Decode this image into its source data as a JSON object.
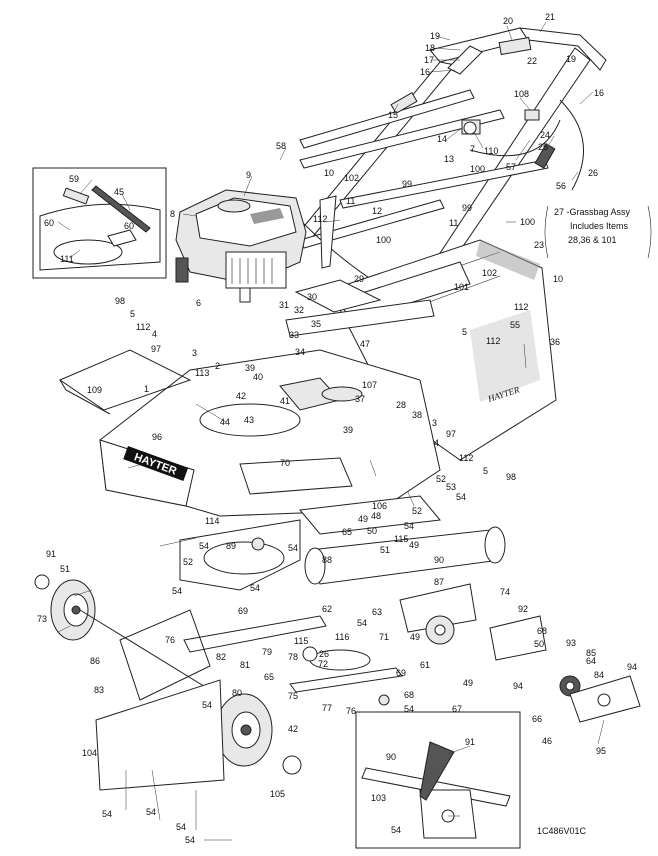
{
  "brand": {
    "deck_logo": "HAYTER",
    "bag_logo": "HAYTER"
  },
  "note": {
    "lines": [
      "27 -Grassbag Assy",
      "Includes Items",
      "28,36 & 101"
    ]
  },
  "drawing_code": "1C486V01C",
  "callouts": [
    {
      "id": "c1",
      "text": "19"
    },
    {
      "id": "c2",
      "text": "20"
    },
    {
      "id": "c3",
      "text": "21"
    },
    {
      "id": "c4",
      "text": "18"
    },
    {
      "id": "c5",
      "text": "17"
    },
    {
      "id": "c6",
      "text": "22"
    },
    {
      "id": "c7",
      "text": "19"
    },
    {
      "id": "c8",
      "text": "16"
    },
    {
      "id": "c9",
      "text": "16"
    },
    {
      "id": "c10",
      "text": "108"
    },
    {
      "id": "c11",
      "text": "15"
    },
    {
      "id": "c12",
      "text": "14"
    },
    {
      "id": "c13",
      "text": "7"
    },
    {
      "id": "c14",
      "text": "110"
    },
    {
      "id": "c15",
      "text": "25"
    },
    {
      "id": "c16",
      "text": "24"
    },
    {
      "id": "c17",
      "text": "13"
    },
    {
      "id": "c18",
      "text": "57"
    },
    {
      "id": "c19",
      "text": "58"
    },
    {
      "id": "c20",
      "text": "100"
    },
    {
      "id": "c21",
      "text": "26"
    },
    {
      "id": "c22",
      "text": "9"
    },
    {
      "id": "c23",
      "text": "10"
    },
    {
      "id": "c24",
      "text": "102"
    },
    {
      "id": "c25",
      "text": "99"
    },
    {
      "id": "c26",
      "text": "56"
    },
    {
      "id": "c27",
      "text": "8"
    },
    {
      "id": "c28",
      "text": "112"
    },
    {
      "id": "c29",
      "text": "11"
    },
    {
      "id": "c30",
      "text": "12"
    },
    {
      "id": "c31",
      "text": "99"
    },
    {
      "id": "c32",
      "text": "100"
    },
    {
      "id": "c33",
      "text": "11"
    },
    {
      "id": "c34",
      "text": "100"
    },
    {
      "id": "c35",
      "text": "23"
    },
    {
      "id": "c36",
      "text": "59"
    },
    {
      "id": "c37",
      "text": "45"
    },
    {
      "id": "c38",
      "text": "60"
    },
    {
      "id": "c39",
      "text": "60"
    },
    {
      "id": "c40",
      "text": "111"
    },
    {
      "id": "c41",
      "text": "29"
    },
    {
      "id": "c42",
      "text": "102"
    },
    {
      "id": "c43",
      "text": "10"
    },
    {
      "id": "c44",
      "text": "98"
    },
    {
      "id": "c45",
      "text": "5"
    },
    {
      "id": "c46",
      "text": "112"
    },
    {
      "id": "c47",
      "text": "6"
    },
    {
      "id": "c48",
      "text": "30"
    },
    {
      "id": "c49",
      "text": "31"
    },
    {
      "id": "c50",
      "text": "32"
    },
    {
      "id": "c51",
      "text": "101"
    },
    {
      "id": "c52",
      "text": "112"
    },
    {
      "id": "c53",
      "text": "4"
    },
    {
      "id": "c54",
      "text": "97"
    },
    {
      "id": "c55",
      "text": "35"
    },
    {
      "id": "c56",
      "text": "55"
    },
    {
      "id": "c57",
      "text": "5"
    },
    {
      "id": "c58",
      "text": "112"
    },
    {
      "id": "c59",
      "text": "36"
    },
    {
      "id": "c60",
      "text": "33"
    },
    {
      "id": "c61",
      "text": "3"
    },
    {
      "id": "c62",
      "text": "2"
    },
    {
      "id": "c63",
      "text": "34"
    },
    {
      "id": "c64",
      "text": "47"
    },
    {
      "id": "c65",
      "text": "39"
    },
    {
      "id": "c66",
      "text": "113"
    },
    {
      "id": "c67",
      "text": "40"
    },
    {
      "id": "c68",
      "text": "107"
    },
    {
      "id": "c69",
      "text": "109"
    },
    {
      "id": "c70",
      "text": "1"
    },
    {
      "id": "c71",
      "text": "37"
    },
    {
      "id": "c72",
      "text": "28"
    },
    {
      "id": "c73",
      "text": "42"
    },
    {
      "id": "c74",
      "text": "41"
    },
    {
      "id": "c75",
      "text": "38"
    },
    {
      "id": "c76",
      "text": "44"
    },
    {
      "id": "c77",
      "text": "43"
    },
    {
      "id": "c78",
      "text": "39"
    },
    {
      "id": "c79",
      "text": "3"
    },
    {
      "id": "c80",
      "text": "97"
    },
    {
      "id": "c81",
      "text": "4"
    },
    {
      "id": "c82",
      "text": "96"
    },
    {
      "id": "c83",
      "text": "112"
    },
    {
      "id": "c84",
      "text": "5"
    },
    {
      "id": "c85",
      "text": "98"
    },
    {
      "id": "c86",
      "text": "70"
    },
    {
      "id": "c87",
      "text": "52"
    },
    {
      "id": "c88",
      "text": "53"
    },
    {
      "id": "c89",
      "text": "54"
    },
    {
      "id": "c90",
      "text": "114"
    },
    {
      "id": "c91",
      "text": "106"
    },
    {
      "id": "c92",
      "text": "48"
    },
    {
      "id": "c93",
      "text": "49"
    },
    {
      "id": "c94",
      "text": "52"
    },
    {
      "id": "c95",
      "text": "54"
    },
    {
      "id": "c96",
      "text": "54"
    },
    {
      "id": "c97",
      "text": "89"
    },
    {
      "id": "c98",
      "text": "54"
    },
    {
      "id": "c99",
      "text": "65"
    },
    {
      "id": "c100",
      "text": "50"
    },
    {
      "id": "c101",
      "text": "115"
    },
    {
      "id": "c102",
      "text": "51"
    },
    {
      "id": "c103",
      "text": "49"
    },
    {
      "id": "c104",
      "text": "88"
    },
    {
      "id": "c105",
      "text": "52"
    },
    {
      "id": "c106",
      "text": "90"
    },
    {
      "id": "c107",
      "text": "91"
    },
    {
      "id": "c108",
      "text": "51"
    },
    {
      "id": "c109",
      "text": "87"
    },
    {
      "id": "c110",
      "text": "54"
    },
    {
      "id": "c111",
      "text": "54"
    },
    {
      "id": "c112",
      "text": "69"
    },
    {
      "id": "c113",
      "text": "62"
    },
    {
      "id": "c114",
      "text": "74"
    },
    {
      "id": "c115",
      "text": "63"
    },
    {
      "id": "c116",
      "text": "92"
    },
    {
      "id": "c117",
      "text": "73"
    },
    {
      "id": "c118",
      "text": "54"
    },
    {
      "id": "c119",
      "text": "116"
    },
    {
      "id": "c120",
      "text": "68"
    },
    {
      "id": "c121",
      "text": "76"
    },
    {
      "id": "c122",
      "text": "115"
    },
    {
      "id": "c123",
      "text": "50"
    },
    {
      "id": "c124",
      "text": "93"
    },
    {
      "id": "c125",
      "text": "86"
    },
    {
      "id": "c126",
      "text": "82"
    },
    {
      "id": "c127",
      "text": "79"
    },
    {
      "id": "c128",
      "text": "26"
    },
    {
      "id": "c129",
      "text": "71"
    },
    {
      "id": "c130",
      "text": "49"
    },
    {
      "id": "c131",
      "text": "85"
    },
    {
      "id": "c132",
      "text": "81"
    },
    {
      "id": "c133",
      "text": "78"
    },
    {
      "id": "c134",
      "text": "72"
    },
    {
      "id": "c135",
      "text": "69"
    },
    {
      "id": "c136",
      "text": "61"
    },
    {
      "id": "c137",
      "text": "64"
    },
    {
      "id": "c138",
      "text": "94"
    },
    {
      "id": "c139",
      "text": "83"
    },
    {
      "id": "c140",
      "text": "65"
    },
    {
      "id": "c141",
      "text": "84"
    },
    {
      "id": "c142",
      "text": "80"
    },
    {
      "id": "c143",
      "text": "75"
    },
    {
      "id": "c144",
      "text": "68"
    },
    {
      "id": "c145",
      "text": "49"
    },
    {
      "id": "c146",
      "text": "94"
    },
    {
      "id": "c147",
      "text": "54"
    },
    {
      "id": "c148",
      "text": "77"
    },
    {
      "id": "c149",
      "text": "76"
    },
    {
      "id": "c150",
      "text": "54"
    },
    {
      "id": "c151",
      "text": "67"
    },
    {
      "id": "c152",
      "text": "66"
    },
    {
      "id": "c153",
      "text": "46"
    },
    {
      "id": "c154",
      "text": "91"
    },
    {
      "id": "c155",
      "text": "42"
    },
    {
      "id": "c156",
      "text": "95"
    },
    {
      "id": "c157",
      "text": "104"
    },
    {
      "id": "c158",
      "text": "90"
    },
    {
      "id": "c159",
      "text": "105"
    },
    {
      "id": "c160",
      "text": "103"
    },
    {
      "id": "c161",
      "text": "54"
    },
    {
      "id": "c162",
      "text": "54"
    },
    {
      "id": "c163",
      "text": "54"
    },
    {
      "id": "c164",
      "text": "54"
    },
    {
      "id": "c165",
      "text": "54"
    }
  ]
}
